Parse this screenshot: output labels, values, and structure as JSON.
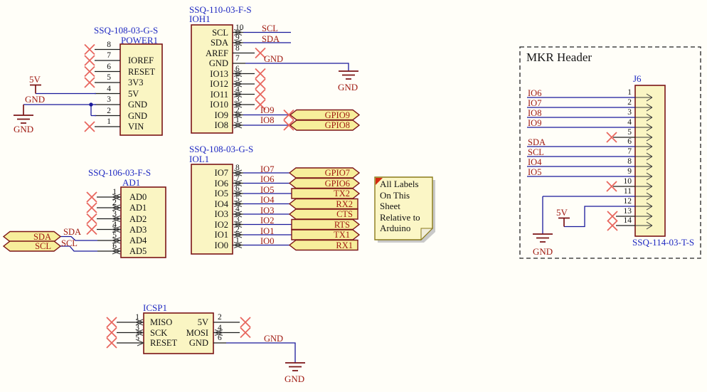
{
  "colors": {
    "wire": "#19199b",
    "net_text": "#a01b12",
    "ref_text": "#1d27c1",
    "body_fill": "#faf5c3",
    "body_border": "#7b1416",
    "flag_fill": "#f7ee9b",
    "no_connect": "#e8675f"
  },
  "power1": {
    "part": "SSQ-108-03-G-S",
    "ref": "POWER1",
    "numbers": [
      "8",
      "7",
      "6",
      "5",
      "4",
      "3",
      "2",
      "1"
    ],
    "labels": [
      "IOREF",
      "RESET",
      "3V3",
      "5V",
      "GND",
      "GND",
      "VIN"
    ]
  },
  "ioh1": {
    "part": "SSQ-110-03-F-S",
    "ref": "IOH1",
    "numbers": [
      "10",
      "9",
      "8",
      "7",
      "6",
      "5",
      "4",
      "3",
      "2",
      "1"
    ],
    "labels": [
      "SCL",
      "SDA",
      "AREF",
      "GND",
      "IO13",
      "IO12",
      "IO11",
      "IO10",
      "IO9",
      "IO8"
    ],
    "net_scl": "SCL",
    "net_sda": "SDA",
    "net_gnd": "GND",
    "net_io9": "IO9",
    "net_io8": "IO8",
    "flag_gpio9": "GPIO9",
    "flag_gpio8": "GPIO8",
    "gnd_symbol": "GND"
  },
  "iol1": {
    "part": "SSQ-108-03-G-S",
    "ref": "IOL1",
    "numbers": [
      "8",
      "7",
      "6",
      "5",
      "4",
      "3",
      "2",
      "1"
    ],
    "labels": [
      "IO7",
      "IO6",
      "IO5",
      "IO4",
      "IO3",
      "IO2",
      "IO1",
      "IO0"
    ],
    "nets": [
      "IO7",
      "IO6",
      "IO5",
      "IO4",
      "IO3",
      "IO2",
      "IO1",
      "IO0"
    ],
    "flags": [
      "GPIO7",
      "GPIO6",
      "TX2",
      "RX2",
      "CTS",
      "RTS",
      "TX1",
      "RX1"
    ]
  },
  "ad1": {
    "part": "SSQ-106-03-F-S",
    "ref": "AD1",
    "numbers": [
      "1",
      "2",
      "3",
      "4",
      "5",
      "6"
    ],
    "labels": [
      "AD0",
      "AD1",
      "AD2",
      "AD3",
      "AD4",
      "AD5"
    ],
    "net_sda": "SDA",
    "net_scl": "SCL",
    "flag_sda": "SDA",
    "flag_scl": "SCL"
  },
  "icsp1": {
    "ref": "ICSP1",
    "left_numbers": [
      "1",
      "3",
      "5"
    ],
    "left_labels": [
      "MISO",
      "SCK",
      "RESET"
    ],
    "right_numbers": [
      "2",
      "4",
      "6"
    ],
    "right_labels": [
      "5V",
      "MOSI",
      "GND"
    ],
    "net_gnd": "GND",
    "gnd_symbol": "GND"
  },
  "mkr": {
    "title": "MKR Header",
    "ref": "J6",
    "part": "SSQ-114-03-T-S",
    "numbers": [
      "1",
      "2",
      "3",
      "4",
      "5",
      "6",
      "7",
      "8",
      "9",
      "10",
      "11",
      "12",
      "13",
      "14"
    ],
    "net_labels": {
      "p1": "IO6",
      "p2": "IO7",
      "p3": "IO8",
      "p4": "IO9",
      "p6": "SDA",
      "p7": "SCL",
      "p8": "IO4",
      "p9": "IO5"
    },
    "power_5v": "5V",
    "gnd_symbol": "GND"
  },
  "left_power": {
    "v5": "5V",
    "gnd_net": "GND",
    "gnd_symbol": "GND"
  },
  "note": {
    "lines": [
      "All Labels",
      "On This",
      "Sheet",
      "Relative to",
      "Arduino"
    ]
  }
}
